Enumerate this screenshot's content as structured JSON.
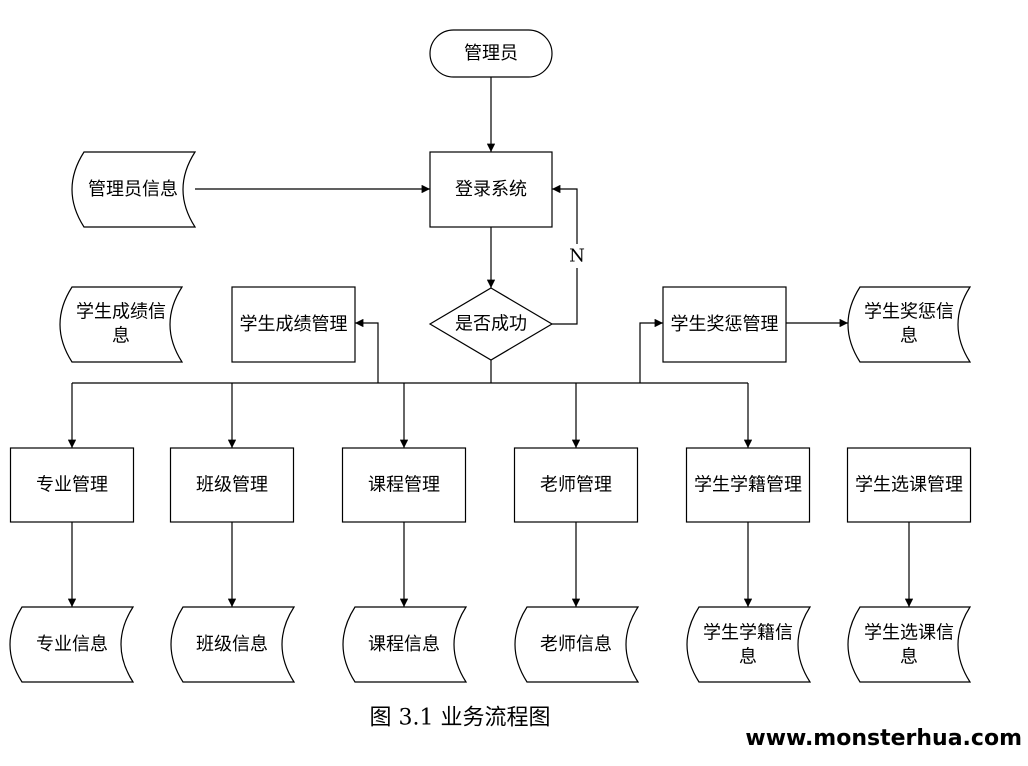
{
  "start": {
    "label": "管理员"
  },
  "login": {
    "label": "登录系统"
  },
  "admin_info": {
    "label": "管理员信息"
  },
  "decision": {
    "label": "是否成功",
    "no_branch": "N"
  },
  "score": {
    "label": "学生成绩管理",
    "store": [
      "学生成绩信",
      "息"
    ]
  },
  "reward": {
    "label": "学生奖惩管理",
    "store": [
      "学生奖惩信",
      "息"
    ]
  },
  "modules": [
    {
      "label": "专业管理",
      "store": [
        "专业信息"
      ]
    },
    {
      "label": "班级管理",
      "store": [
        "班级信息"
      ]
    },
    {
      "label": "课程管理",
      "store": [
        "课程信息"
      ]
    },
    {
      "label": "老师管理",
      "store": [
        "老师信息"
      ]
    },
    {
      "label": "学生学籍管理",
      "store": [
        "学生学籍信",
        "息"
      ]
    },
    {
      "label": "学生选课管理",
      "store": [
        "学生选课信",
        "息"
      ]
    }
  ],
  "caption": "图 3.1 业务流程图",
  "watermark": "www.monsterhua.com"
}
